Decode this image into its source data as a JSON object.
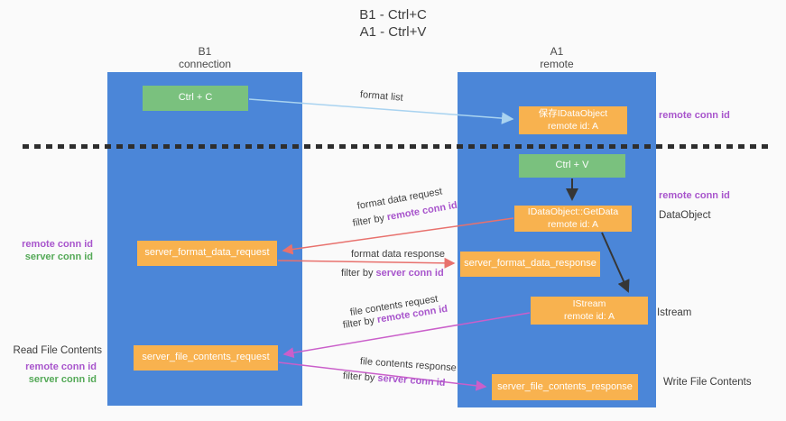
{
  "title": {
    "line1": "B1 - Ctrl+C",
    "line2": "A1 - Ctrl+V"
  },
  "lanes": {
    "left": {
      "title": "B1",
      "subtitle": "connection"
    },
    "right": {
      "title": "A1",
      "subtitle": "remote"
    }
  },
  "nodes": {
    "ctrl_c": {
      "label": "Ctrl + C"
    },
    "ctrl_v": {
      "label": "Ctrl + V"
    },
    "save_idataobject": {
      "line1": "保存IDataObject",
      "line2": "remote id: A"
    },
    "getdata": {
      "line1": "IDataObject::GetData",
      "line2": "remote id: A"
    },
    "istream": {
      "line1": "IStream",
      "line2": "remote id: A"
    },
    "format_request": {
      "label": "server_format_data_request"
    },
    "format_response": {
      "label": "server_format_data_response"
    },
    "file_request": {
      "label": "server_file_contents_request"
    },
    "file_response": {
      "label": "server_file_contents_response"
    }
  },
  "edge_labels": {
    "format_list": "format list",
    "format_data_request": "format data request",
    "format_data_response": "format data response",
    "file_contents_request": "file contents request",
    "file_contents_response": "file contents response",
    "filter_by": "filter by ",
    "remote_conn_id": "remote conn id",
    "server_conn_id": "server conn id"
  },
  "annotations": {
    "right_top_remote_conn_id": "remote conn id",
    "right_mid_remote_conn_id": "remote conn id",
    "dataobject": "DataObject",
    "istream": "Istream",
    "write_file_contents": "Write File Contents",
    "left_remote_conn_id_1": "remote conn id",
    "left_server_conn_id_1": "server conn id",
    "read_file_contents": "Read File Contents",
    "left_remote_conn_id_2": "remote conn id",
    "left_server_conn_id_2": "server conn id"
  },
  "colors": {
    "lane_blue": "#4b86d8",
    "node_green": "#7ac17e",
    "node_orange": "#f8b24f",
    "arrow_light_blue": "#a9d3f0",
    "arrow_red": "#e8716d",
    "arrow_magenta": "#ca5fca",
    "arrow_black": "#363636",
    "text_purple": "#a855cc",
    "text_green": "#54a957"
  }
}
